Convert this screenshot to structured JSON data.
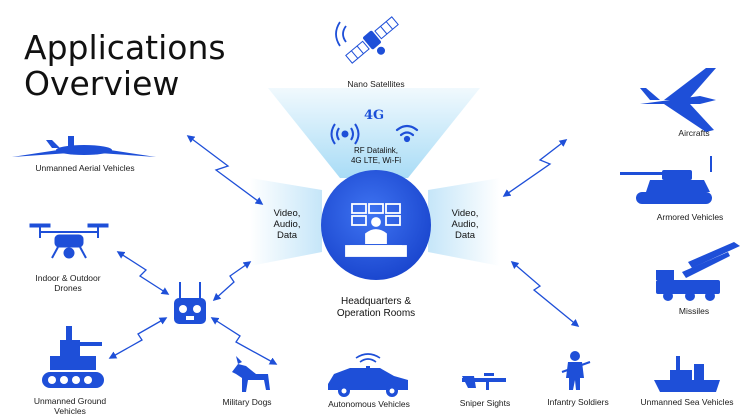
{
  "title_line1": "Applications",
  "title_line2": "Overview",
  "colors": {
    "primary": "#1e4fd8",
    "hub_light": "#3a6ef0",
    "beam": "#9fd8f5",
    "text": "#1b1b1b"
  },
  "hub": {
    "label_line1": "Headquarters &",
    "label_line2": "Operation Rooms",
    "icon": "monitor-wall-icon"
  },
  "link": {
    "badge": "4G",
    "line1": "RF Datalink,",
    "line2": "4G LTE, Wi-Fi",
    "icons": [
      "radio-signal-icon",
      "wifi-icon"
    ]
  },
  "flow_left": [
    "Video,",
    "Audio,",
    "Data"
  ],
  "flow_right": [
    "Video,",
    "Audio,",
    "Data"
  ],
  "nodes": {
    "satellite": {
      "label": "Nano Satellites",
      "icon": "satellite-icon"
    },
    "uav": {
      "label": "Unmanned Aerial Vehicles",
      "icon": "uav-icon"
    },
    "drones": {
      "label": "Indoor & Outdoor Drones",
      "icon": "quadcopter-icon"
    },
    "controller": {
      "icon": "remote-controller-icon"
    },
    "ugv": {
      "label": "Unmanned Ground Vehicles",
      "icon": "ground-robot-icon"
    },
    "dogs": {
      "label": "Military Dogs",
      "icon": "dog-icon"
    },
    "autonomous": {
      "label": "Autonomous Vehicles",
      "icon": "car-icon"
    },
    "sniper": {
      "label": "Sniper Sights",
      "icon": "rifle-icon"
    },
    "infantry": {
      "label": "Infantry Soldiers",
      "icon": "soldier-icon"
    },
    "sea": {
      "label": "Unmanned Sea Vehicles",
      "icon": "boat-icon"
    },
    "aircraft": {
      "label": "Aircrafts",
      "icon": "jet-icon"
    },
    "armored": {
      "label": "Armored Vehicles",
      "icon": "tank-icon"
    },
    "missiles": {
      "label": "Missiles",
      "icon": "missile-launcher-icon"
    }
  }
}
